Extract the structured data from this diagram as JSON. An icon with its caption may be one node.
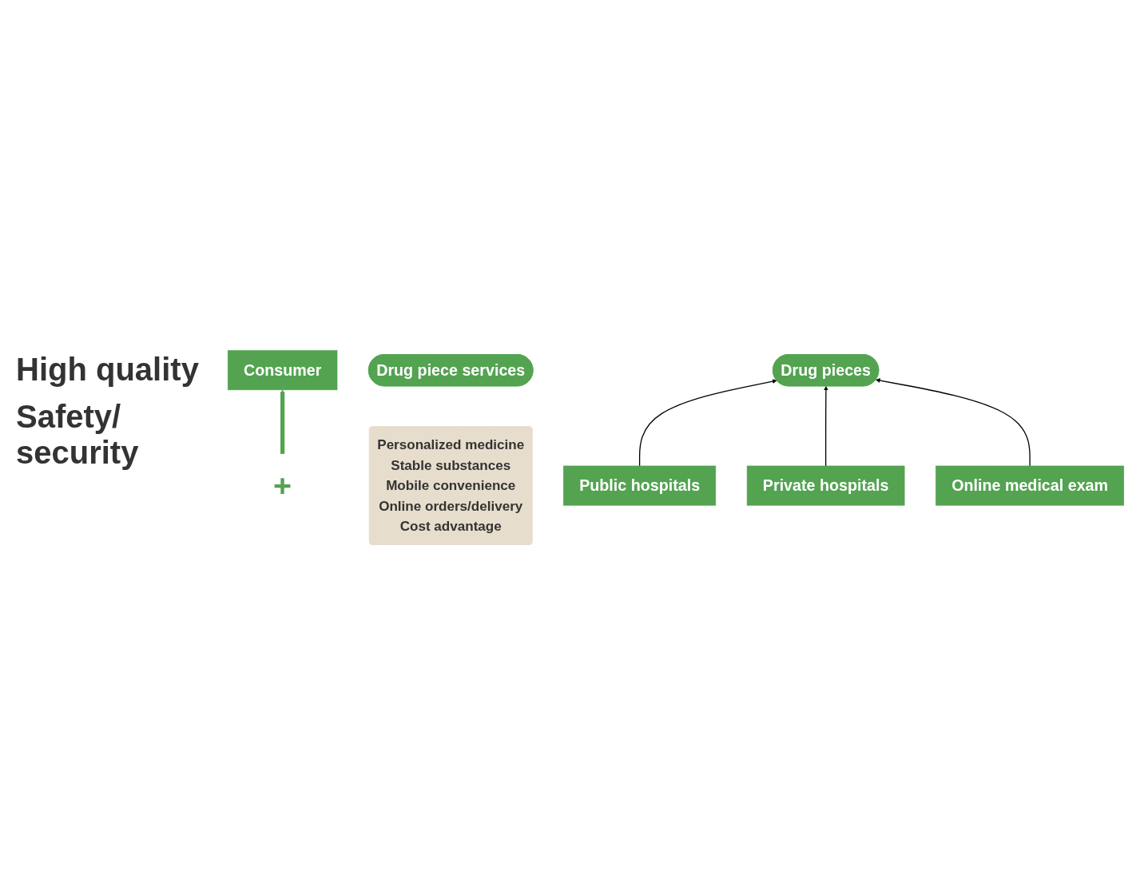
{
  "diagram": {
    "nodes": [
      {
        "text": [
          "Consumer"
        ]
      },
      {
        "text": [
          "Drug pieces"
        ]
      },
      {
        "text": [
          "+"
        ]
      },
      {
        "text": [
          "Drug piece services"
        ]
      },
      {
        "text": [
          "Personalized medicine",
          "Stable substances",
          "Mobile convenience",
          "Online orders/delivery",
          "Cost advantage"
        ]
      },
      {
        "text": [
          "Public hospitals"
        ]
      },
      {
        "text": [
          "Private hospitals"
        ]
      },
      {
        "text": [
          "Online medical exam"
        ]
      }
    ],
    "edges": [
      {
        "from": 2,
        "to": 0,
        "arrow": "to",
        "style": "thick",
        "color": "#53a351"
      },
      {
        "from": 5,
        "to": 1,
        "arrow": "to"
      },
      {
        "from": 6,
        "to": 1,
        "arrow": "to"
      },
      {
        "from": 7,
        "to": 1,
        "arrow": "to"
      }
    ],
    "labels": [
      "High quality",
      "Safety/ security"
    ]
  }
}
